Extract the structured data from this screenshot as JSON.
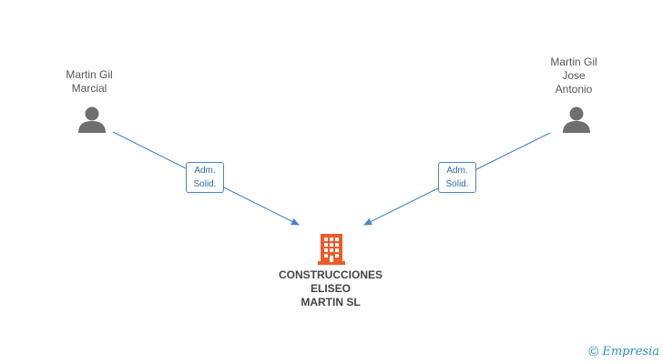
{
  "persons": [
    {
      "id": "martin-gil-marcial",
      "name_lines": [
        "Martin Gil",
        "Marcial"
      ],
      "role_lines": [
        "Adm.",
        "Solid."
      ],
      "icon": "person-icon"
    },
    {
      "id": "martin-gil-jose-antonio",
      "name_lines": [
        "Martin Gil",
        "Jose",
        "Antonio"
      ],
      "role_lines": [
        "Adm.",
        "Solid."
      ],
      "icon": "person-icon"
    }
  ],
  "company": {
    "name_lines": [
      "CONSTRUCCIONES",
      "ELISEO",
      "MARTIN SL"
    ],
    "icon": "building-icon",
    "color": "#f05a28"
  },
  "colors": {
    "edge": "#4a86c8",
    "person": "#6f6f6f",
    "text": "#555555"
  },
  "brand": {
    "copyright": "©",
    "text": "Empresia"
  }
}
